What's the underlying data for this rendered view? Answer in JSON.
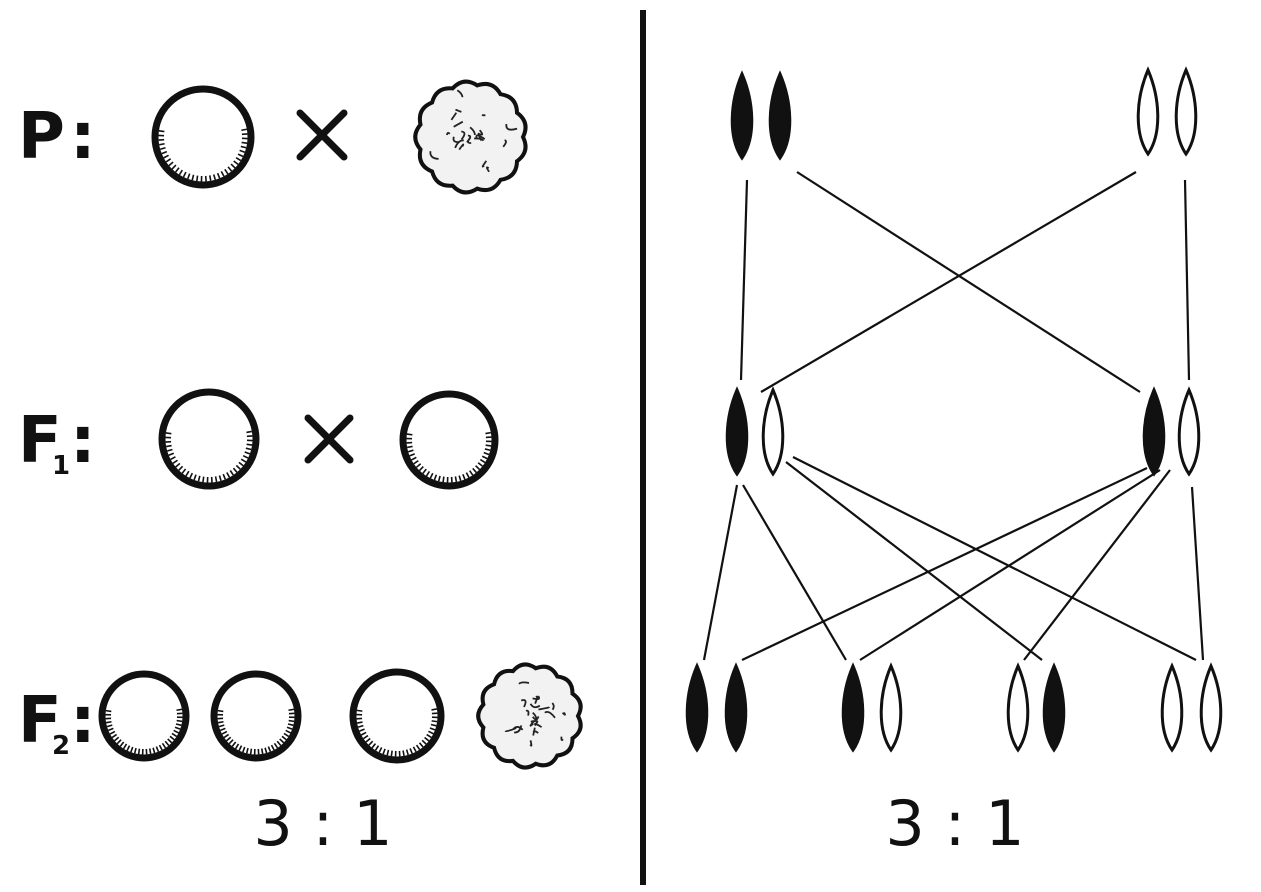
{
  "generations": [
    {
      "id": "P",
      "label": "P",
      "sub": "",
      "sep": ":"
    },
    {
      "id": "F1",
      "label": "F",
      "sub": "1",
      "sep": ":"
    },
    {
      "id": "F2",
      "label": "F",
      "sub": "2",
      "sep": ":"
    }
  ],
  "cross_symbol": "×",
  "ratio_left": "3 : 1",
  "ratio_right": "3 : 1",
  "peas": {
    "P": [
      "smooth",
      "wrinkled"
    ],
    "F1": [
      "smooth",
      "smooth"
    ],
    "F2": [
      "smooth",
      "smooth",
      "smooth",
      "wrinkled"
    ]
  },
  "chromosome_pairs": {
    "P": [
      [
        "dominant",
        "dominant"
      ],
      [
        "recessive",
        "recessive"
      ]
    ],
    "F1": [
      [
        "dominant",
        "recessive"
      ],
      [
        "dominant",
        "recessive"
      ]
    ],
    "F2": [
      [
        "dominant",
        "dominant"
      ],
      [
        "dominant",
        "recessive"
      ],
      [
        "recessive",
        "dominant"
      ],
      [
        "recessive",
        "recessive"
      ]
    ]
  },
  "colors": {
    "ink": "#111111",
    "paper": "#ffffff"
  }
}
